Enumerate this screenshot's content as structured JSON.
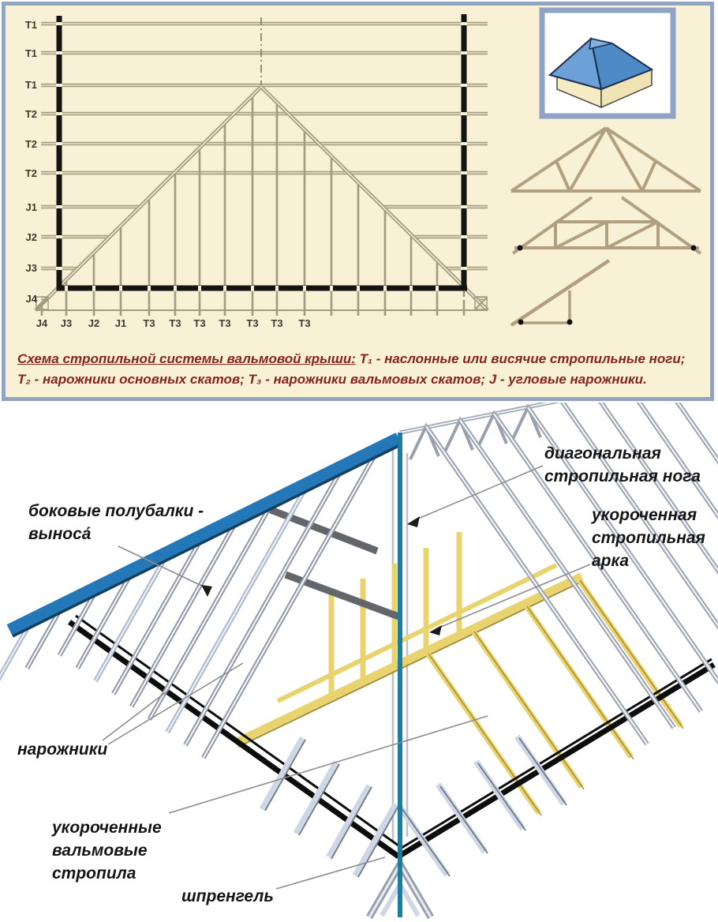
{
  "top_panel": {
    "plan_labels": {
      "left": [
        "T1",
        "T1",
        "T1",
        "T2",
        "T2",
        "T2",
        "J1",
        "J2",
        "J3",
        "J4"
      ],
      "bottom": [
        "J4",
        "J3",
        "J2",
        "J1",
        "T3",
        "T3",
        "T3",
        "T3",
        "T3",
        "T3",
        "T3"
      ]
    },
    "caption": {
      "lead": "Схема стропильной системы вальмовой крыши:",
      "body": " T₁ - наслонные или висячие стропильные ноги; T₂ - нарожники основных скатов; T₃ - нарожники вальмовых скатов; J - угловые нарожники."
    },
    "colors": {
      "background": "#f8f1d5",
      "panel_border": "#93a4c1",
      "plan_line": "#a29a81",
      "wall_black": "#141414",
      "caption_text": "#85241e",
      "inset_roof_blue": "#5e97cf"
    }
  },
  "bottom_panel": {
    "labels": {
      "diagonal_rafter": [
        "диагональная",
        "стропильная нога"
      ],
      "shortened_truss_arch": [
        "укороченная",
        "стропильная",
        "арка"
      ],
      "side_half_beams": [
        "боковые полубалки -",
        "выноса́"
      ],
      "jack_rafters": [
        "нарожники"
      ],
      "shortened_hip_rafters": [
        "укороченные",
        "вальмовые",
        "стропила"
      ],
      "sprengel": [
        "шпренгель"
      ]
    },
    "colors": {
      "center_axis_teal": "#1a7f9f",
      "fascia_blue": "#2478b8",
      "rafter_gray": "#8f96a2",
      "frame_yellow": "#e9d36e",
      "plate_black": "#0d0d0d"
    }
  }
}
